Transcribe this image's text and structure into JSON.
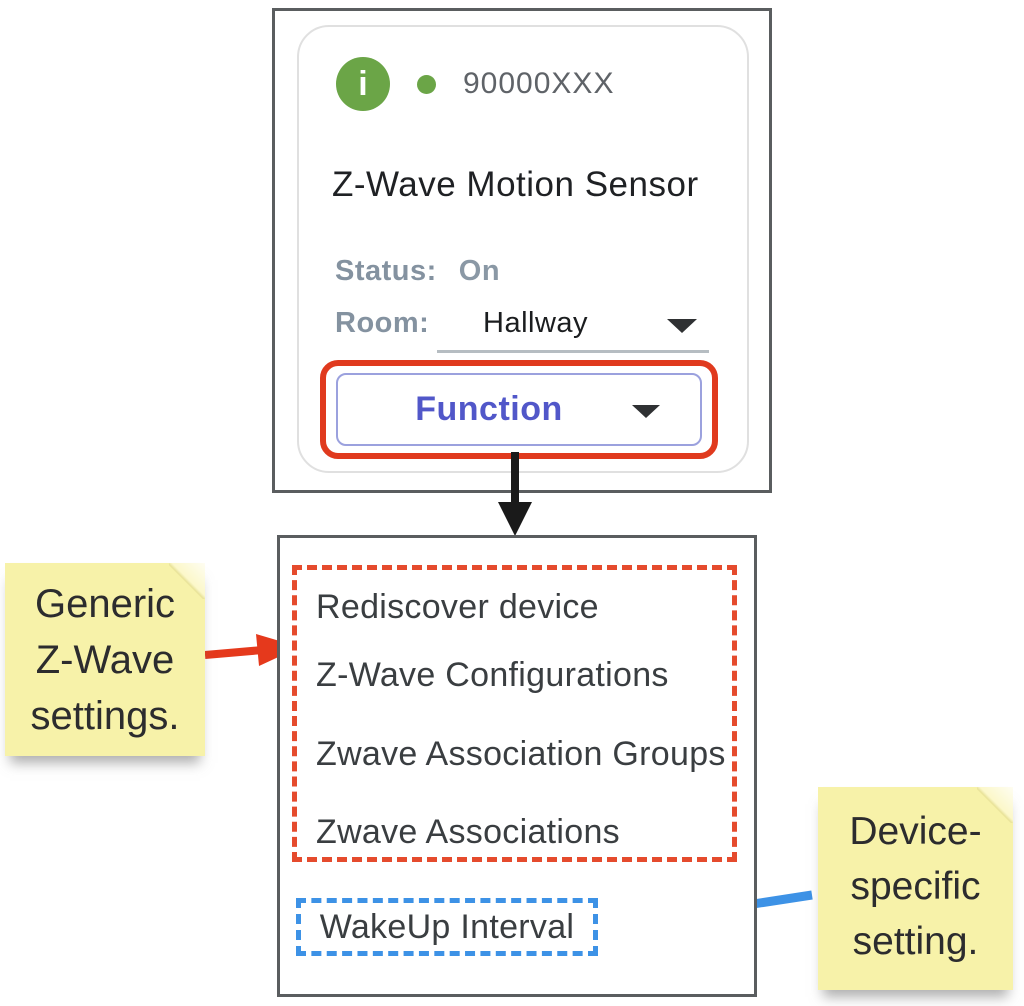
{
  "device_card": {
    "info_icon_glyph": "i",
    "device_id": "90000XXX",
    "title": "Z-Wave Motion Sensor",
    "status_label": "Status:",
    "status_value": "On",
    "room_label": "Room:",
    "room_value": "Hallway",
    "function_label": "Function"
  },
  "function_menu": {
    "generic_items": [
      "Rediscover device",
      "Z-Wave Configurations",
      "Zwave Association Groups",
      "Zwave Associations"
    ],
    "device_specific_item": "WakeUp Interval"
  },
  "notes": {
    "generic": {
      "lines": [
        "Generic",
        "Z-Wave",
        "settings."
      ]
    },
    "device_specific": {
      "lines": [
        "Device-",
        "specific",
        "setting."
      ]
    }
  },
  "colors": {
    "green": "#6ba547",
    "red_highlight": "#e03a1e",
    "red_dashed": "#e54b2d",
    "blue_dashed": "#3d92e6",
    "indigo_button_text": "#5157c9",
    "note_yellow": "#f7f2a9",
    "frame_border": "#5a5d5f",
    "muted_label": "#8492a0",
    "menu_text": "#3a3e41"
  }
}
